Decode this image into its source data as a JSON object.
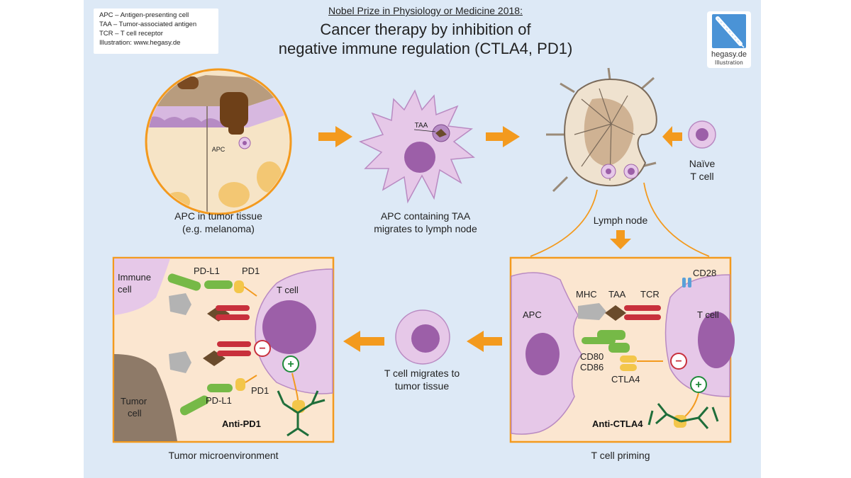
{
  "legend": {
    "apc": "APC –  Antigen-presenting cell",
    "taa": "TAA –  Tumor-associated antigen",
    "tcr": "TCR –  T cell receptor",
    "credit": "Illustration: www.hegasy.de"
  },
  "title": {
    "top": "Nobel Prize in Physiology or Medicine 2018:",
    "line1": "Cancer therapy by inhibition of",
    "line2": "negative immune regulation (CTLA4, PD1)"
  },
  "logo": {
    "name": "hegasy.de",
    "sub": "Illustration"
  },
  "steps": {
    "tumor_line1": "APC in tumor tissue",
    "tumor_line2": "(e.g. melanoma)",
    "apc_line1": "APC containing TAA",
    "apc_line2": "migrates to lymph node",
    "lymph": "Lymph node",
    "naive_line1": "Naïve",
    "naive_line2": "T cell",
    "migrate_line1": "T cell migrates to",
    "migrate_line2": "tumor tissue",
    "micro": "Tumor microenvironment",
    "priming": "T cell priming"
  },
  "small_labels": {
    "apc_in_tissue": "APC",
    "taa_in_apc": "TAA"
  },
  "left_panel": {
    "immune_line1": "Immune",
    "immune_line2": "cell",
    "tumor_line1": "Tumor",
    "tumor_line2": "cell",
    "pdl1_top": "PD-L1",
    "pd1_top": "PD1",
    "tcell": "T cell",
    "pd1_bottom": "PD1",
    "pdl1_bottom": "PD-L1",
    "drug": "Anti-PD1"
  },
  "right_panel": {
    "apc": "APC",
    "mhc": "MHC",
    "taa": "TAA",
    "tcr": "TCR",
    "cd28": "CD28",
    "tcell": "T cell",
    "cd80": "CD80",
    "cd86": "CD86",
    "ctla4": "CTLA4",
    "drug": "Anti-CTLA4"
  },
  "signs": {
    "minus": "−",
    "plus": "+"
  },
  "colors": {
    "background": "#dde9f6",
    "arrow": "#f39a1e",
    "cell": "#e6c8e8",
    "nucleus": "#9c5fa8",
    "panel": "#fbe6d0",
    "receptor_red": "#c8303c",
    "ligand_green": "#76b947",
    "pd1_yellow": "#f3c64a",
    "antibody": "#1f6e3a",
    "mhc_gray": "#b3b3b3",
    "antigen_brown": "#6a4b2c"
  }
}
